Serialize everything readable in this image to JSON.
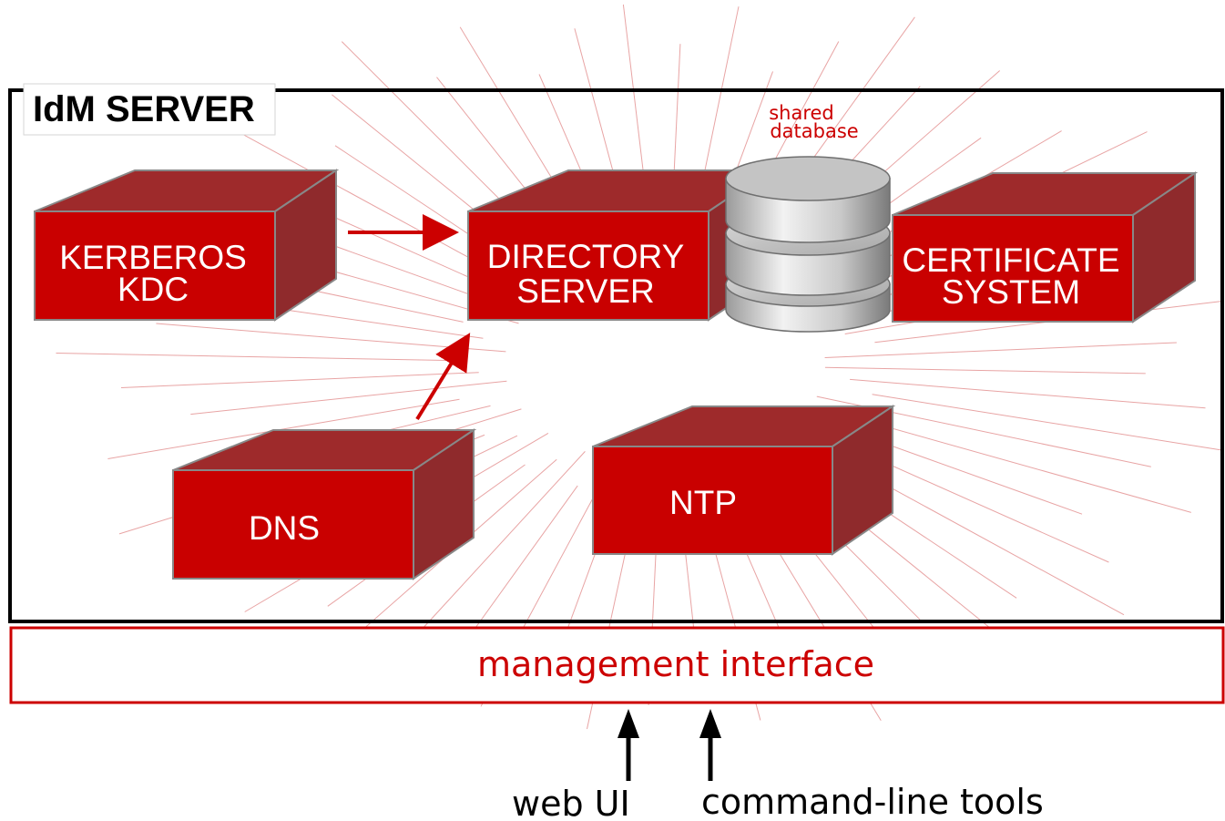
{
  "diagram": {
    "server_title": "IdM SERVER",
    "components": {
      "kerberos": {
        "line1": "KERBEROS",
        "line2": "KDC"
      },
      "directory": {
        "line1": "DIRECTORY",
        "line2": "SERVER"
      },
      "certificate": {
        "line1": "CERTIFICATE",
        "line2": "SYSTEM"
      },
      "dns": {
        "line1": "DNS"
      },
      "ntp": {
        "line1": "NTP"
      }
    },
    "database": {
      "line1": "shared",
      "line2": "database"
    },
    "management_interface": "management interface",
    "clients": {
      "web": "web UI",
      "cli": "command-line tools"
    },
    "colors": {
      "box_front": "#c90000",
      "box_top": "#9e2a2b",
      "box_side": "#8f2a2c",
      "box_stroke": "#888888",
      "accent": "#cc0000",
      "ray": "#e8a4a4",
      "frame": "#000000"
    }
  }
}
